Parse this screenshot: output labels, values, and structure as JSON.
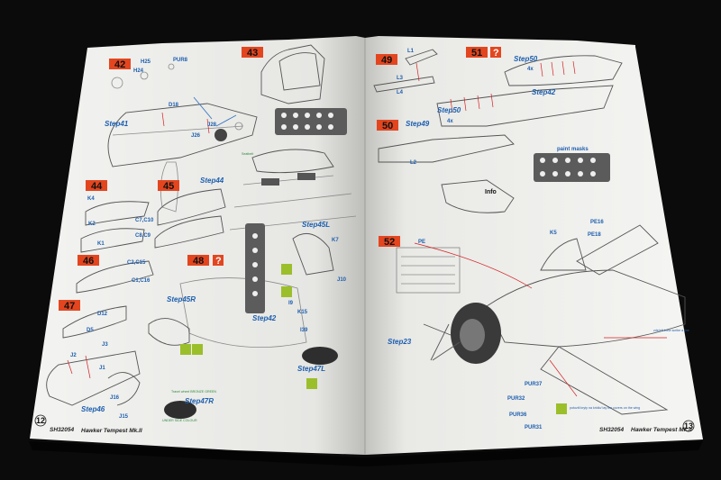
{
  "left_page": {
    "steps": [
      {
        "id": "42",
        "label": "42"
      },
      {
        "id": "43",
        "label": "43"
      },
      {
        "id": "44",
        "label": "44"
      },
      {
        "id": "45",
        "label": "45"
      },
      {
        "id": "46",
        "label": "46"
      },
      {
        "id": "47",
        "label": "47"
      },
      {
        "id": "48",
        "label": "48"
      }
    ],
    "step_refs": [
      "Step41",
      "Step44",
      "Step45L",
      "Step45R",
      "Step42",
      "Step47L",
      "Step47R",
      "Step46"
    ],
    "part_labels": [
      "PUR8",
      "H25",
      "H24",
      "D18",
      "J28",
      "J26",
      "K4",
      "K2",
      "K1",
      "C7,C10",
      "C8,C9",
      "C2,C15",
      "C1,C16",
      "D12",
      "D5",
      "J3",
      "J2",
      "J1",
      "J16",
      "J15",
      "K7",
      "K15",
      "I39",
      "I9",
      "J10"
    ],
    "notes": [
      "Seatbelt",
      "Travel wheel BRONZE GREEN",
      "UNDER SIDE COLOUR"
    ],
    "footer": {
      "code": "SH32054",
      "title": "Hawker Tempest Mk.II",
      "page": "12"
    }
  },
  "right_page": {
    "steps": [
      {
        "id": "49",
        "label": "49"
      },
      {
        "id": "50",
        "label": "50"
      },
      {
        "id": "51",
        "label": "51"
      },
      {
        "id": "52",
        "label": "52"
      }
    ],
    "step_refs": [
      "Step50",
      "Step49",
      "Step42",
      "Step23"
    ],
    "part_labels": [
      "L1",
      "L3",
      "L4",
      "L2",
      "K5",
      "PE",
      "PE16",
      "PE18",
      "PUR37",
      "PUR32",
      "PUR36",
      "PUR31"
    ],
    "multipliers": [
      "4x",
      "4x"
    ],
    "notes": [
      "Info",
      "paint masks",
      "zde/eft brew scribe a line",
      "potoziti kryty na kridlo/ lay the covers on the wing"
    ],
    "footer": {
      "code": "SH32054",
      "title": "Hawker Tempest Mk.II",
      "page": "13"
    }
  },
  "colors": {
    "step_badge": "#e3461f",
    "step_ref": "#1d5fae",
    "question_badge": "#9bbf2a",
    "background": "#0b0b0b",
    "paper": "#f4f4f2"
  }
}
